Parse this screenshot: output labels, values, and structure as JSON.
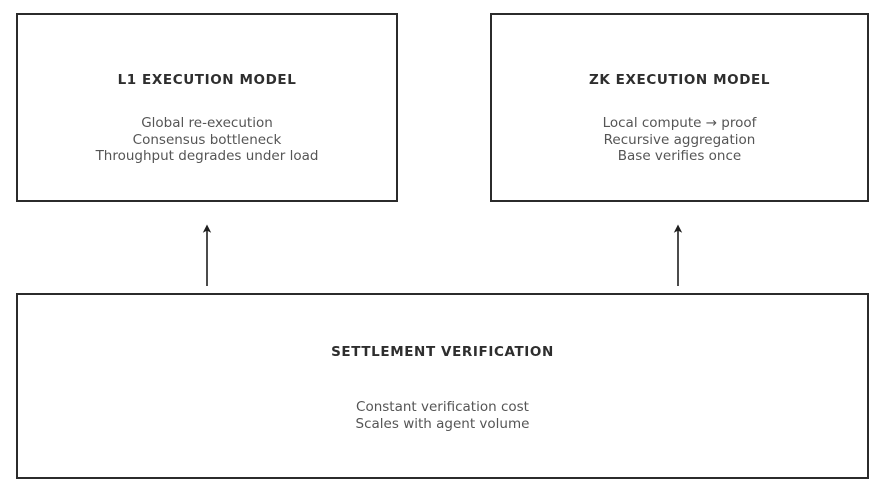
{
  "diagram": {
    "title_semantic": "execution-and-settlement-architecture",
    "background_color": "#ffffff",
    "border_color": "#2b2b2b",
    "title_text_color": "#2e2e2e",
    "body_text_color": "#555555",
    "nodes": [
      {
        "id": "l1-execution",
        "title": "L1 EXECUTION MODEL",
        "body_lines": [
          "Global re-execution",
          "Consensus bottleneck",
          "Throughput degrades under load"
        ]
      },
      {
        "id": "zk-execution",
        "title": "ZK EXECUTION MODEL",
        "body_lines": [
          "Local compute → proof",
          "Recursive aggregation",
          "Base verifies once"
        ]
      },
      {
        "id": "settlement-verification",
        "title": "SETTLEMENT VERIFICATION",
        "body_lines": [
          "Constant verification cost",
          "Scales with agent volume"
        ]
      }
    ],
    "connectors": [
      {
        "id": "settlement-to-l1",
        "from": "settlement-verification",
        "to": "l1-execution",
        "direction": "up",
        "style": "solid-arrow"
      },
      {
        "id": "settlement-to-zk",
        "from": "settlement-verification",
        "to": "zk-execution",
        "direction": "up",
        "style": "solid-arrow"
      }
    ]
  }
}
